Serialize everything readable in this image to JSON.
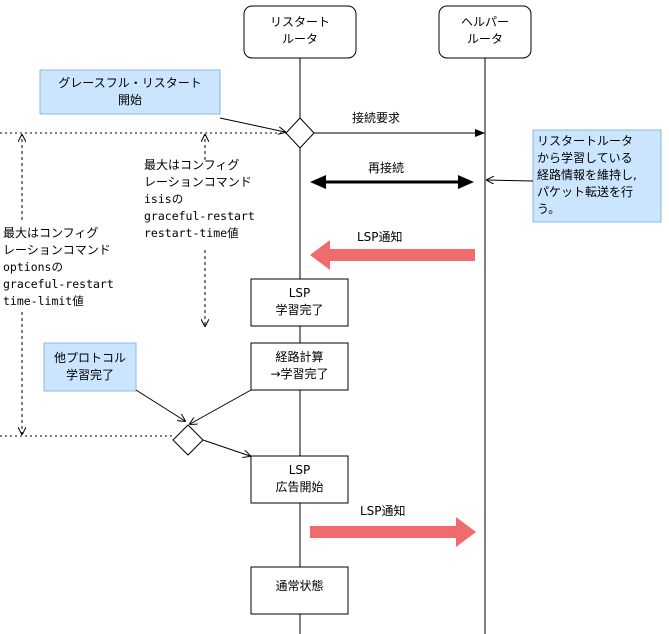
{
  "participants": {
    "restart_router": [
      "リスタート",
      "ルータ"
    ],
    "helper_router": [
      "ヘルパー",
      "ルータ"
    ]
  },
  "notes": {
    "graceful_restart": [
      "グレースフル・リスタート",
      "開始"
    ],
    "other_protocol": [
      "他プロトコル",
      "学習完了"
    ],
    "helper_action": [
      "リスタートルータ",
      "から学習している",
      "経路情報を維持し,",
      "パケット転送を行",
      "う。"
    ]
  },
  "timer_notes": {
    "inner": [
      "最大はコンフィグ",
      "レーションコマンド",
      "isisの",
      "graceful-restart",
      "restart-time値"
    ],
    "outer": [
      "最大はコンフィグ",
      "レーションコマンド",
      "optionsの",
      "graceful-restart",
      "time-limit値"
    ]
  },
  "messages": {
    "connect_request": "接続要求",
    "reconnect": "再接続",
    "lsp_notify_in": "LSP通知",
    "lsp_notify_out": "LSP通知"
  },
  "states": {
    "lsp_learned": [
      "LSP",
      "学習完了"
    ],
    "route_calc": [
      "経路計算",
      "→学習完了"
    ],
    "lsp_advert": [
      "LSP",
      "広告開始"
    ],
    "normal": [
      "通常状態"
    ]
  },
  "colors": {
    "note_fill": "#cce5ff",
    "note_border": "#8bb7e6",
    "lsp_arrow": "#f06b6b",
    "line": "#000000"
  }
}
